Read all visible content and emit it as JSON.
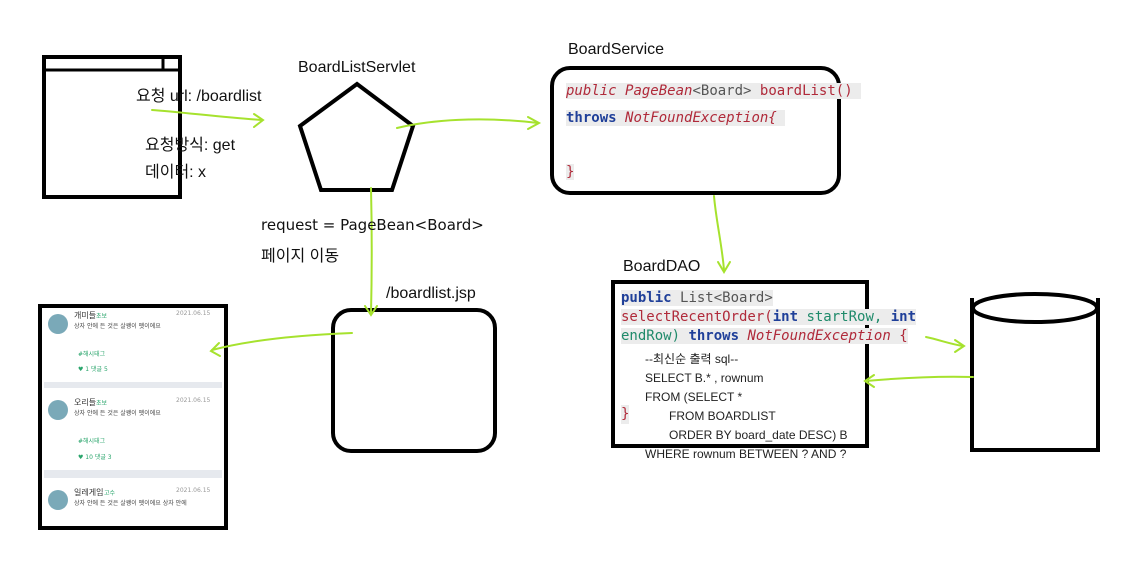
{
  "labels": {
    "browser_request_url": "요청 url: /boardlist",
    "browser_request_method": "요청방식: get",
    "browser_request_data": "데이터: x",
    "servlet": "BoardListServlet",
    "service": "BoardService",
    "dao": "BoardDAO",
    "jsp": "/boardlist.jsp",
    "request_attr": "request = PageBean<Board>",
    "page_move": "페이지 이동"
  },
  "service_code": {
    "public": "public",
    "pagebean": "PageBean",
    "lt": "<",
    "board": "Board",
    "gt": ">",
    "method": "boardList()",
    "throws": "throws",
    "exception": "NotFoundException{",
    "close": "}"
  },
  "dao_code": {
    "public": "public",
    "list": "List",
    "lt": "<",
    "board": "Board",
    "gt": ">",
    "method": "selectRecentOrder(",
    "int1": "int",
    "param1": "startRow,",
    "int2": "int",
    "param2": "endRow)",
    "throws": "throws",
    "exception": "NotFoundException",
    "open": "{",
    "close": "}",
    "sql": [
      "--최신순 출력 sql--",
      "SELECT B.* , rownum",
      "FROM (SELECT *",
      "FROM BOARDLIST",
      "ORDER BY board_date DESC) B",
      "WHERE rownum BETWEEN ? AND ?"
    ]
  },
  "screenshot_cards": [
    {
      "name": "개미들",
      "tag": "초보",
      "date": "2021.06.15",
      "text": "상자 안에 든 것은 살쾡이 펫이에요",
      "sub": "#해시태그",
      "stats": "♥ 1  댓글 5"
    },
    {
      "name": "오리들",
      "tag": "초보",
      "date": "2021.06.15",
      "text": "상자 안에 든 것은 살쾡이 펫이에요",
      "sub": "#해시태그",
      "stats": "♥ 10  댓글 3"
    },
    {
      "name": "일레게임",
      "tag": "고수",
      "date": "2021.06.15",
      "text": "상자 안에 든 것은 살쾡이 펫이에요 상자 안에",
      "sub": "",
      "stats": ""
    }
  ],
  "colors": {
    "arrow": "#a6e22e",
    "stroke": "#000000",
    "keyword": "#1f3f99",
    "italic_keyword": "#b02a3a",
    "param": "#1f8a6a"
  }
}
